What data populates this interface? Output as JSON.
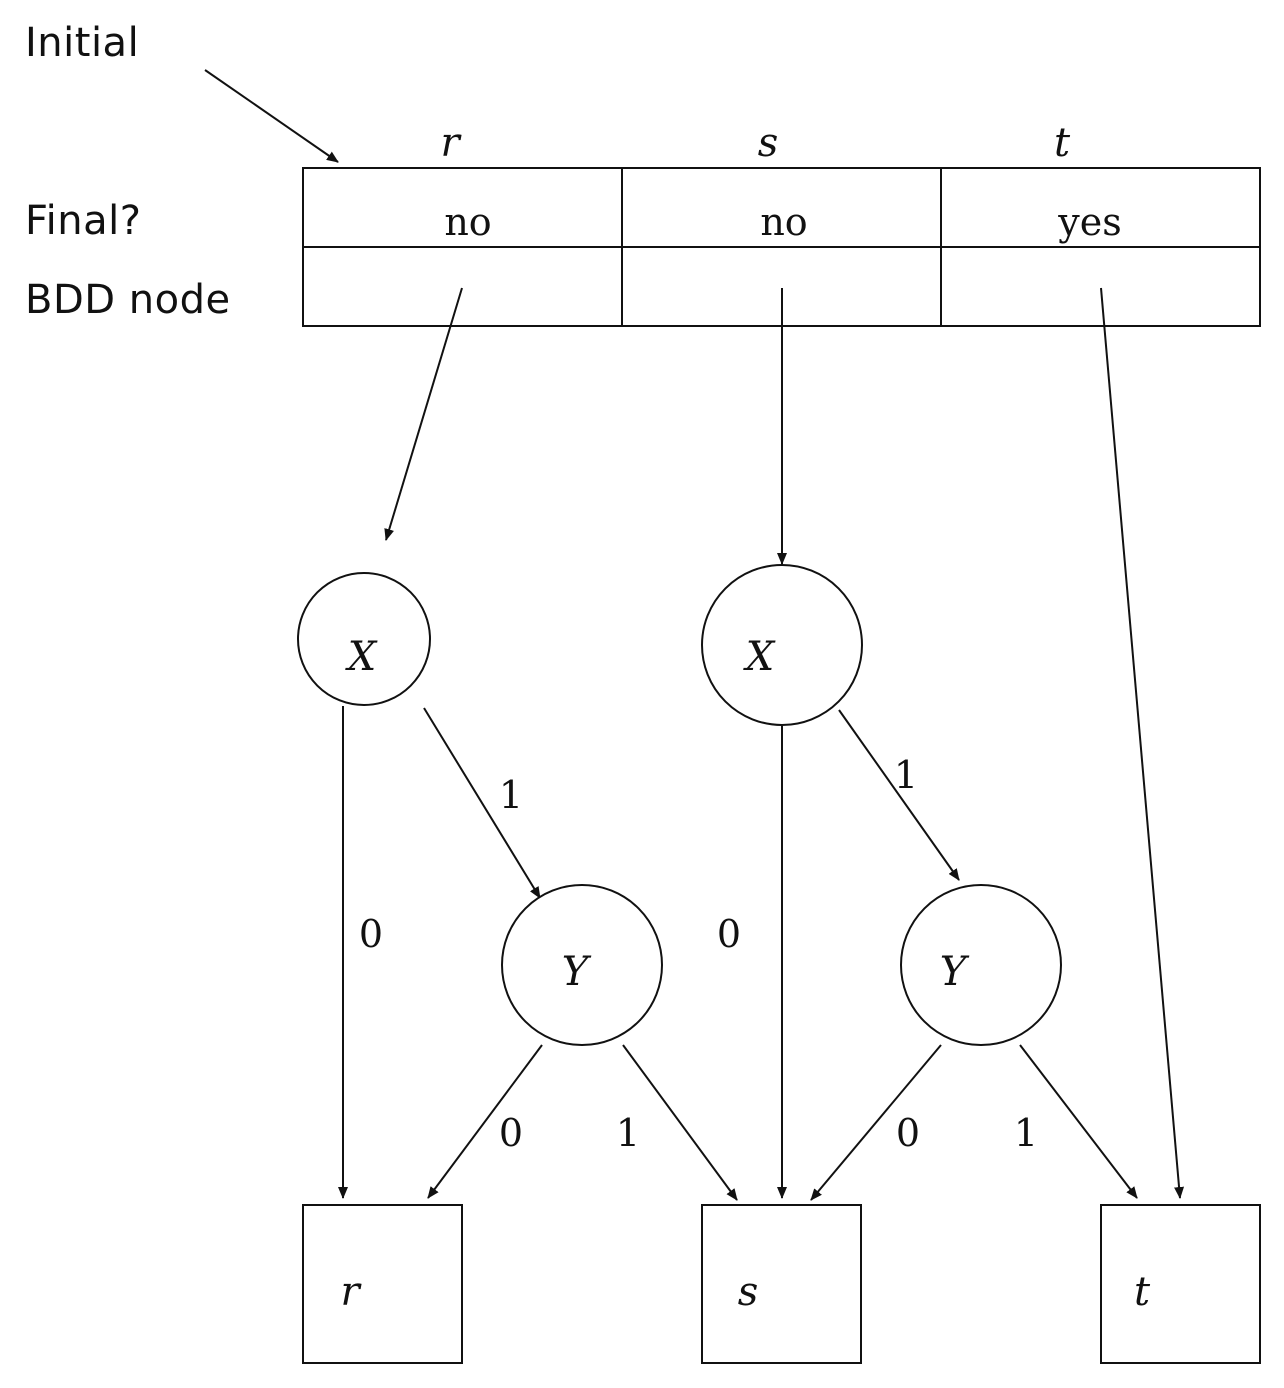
{
  "labels": {
    "initial": "Initial",
    "final": "Final?",
    "bdd_node": "BDD node"
  },
  "table": {
    "columns": [
      {
        "state": "r",
        "final": "no"
      },
      {
        "state": "s",
        "final": "no"
      },
      {
        "state": "t",
        "final": "yes"
      }
    ]
  },
  "nodes": {
    "x_left": "X",
    "y_left": "Y",
    "x_right": "X",
    "y_right": "Y"
  },
  "terminals": {
    "r": "r",
    "s": "s",
    "t": "t"
  },
  "edge_labels": {
    "x_left_high": "1",
    "x_left_low": "0",
    "y_left_low": "0",
    "y_left_high": "1",
    "x_right_high": "1",
    "x_right_low": "0",
    "y_right_low": "0",
    "y_right_high": "1"
  }
}
